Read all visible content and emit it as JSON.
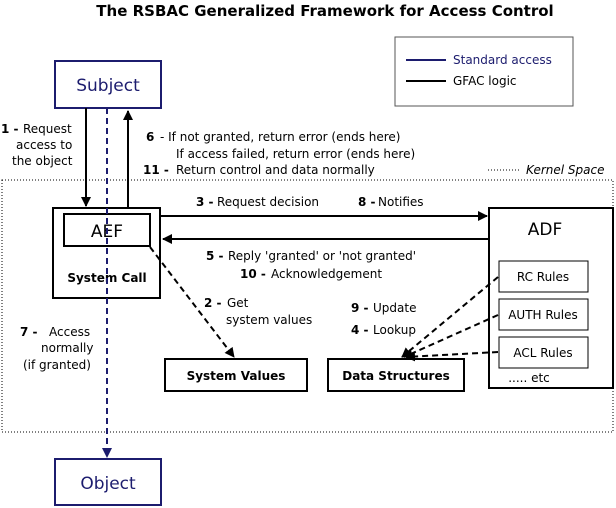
{
  "title": "The RSBAC  Generalized Framework for Access Control",
  "legend": {
    "standard_access": "Standard access",
    "gfac_logic": "GFAC logic"
  },
  "kernel_space_label": "Kernel Space",
  "nodes": {
    "subject": "Subject",
    "object": "Object",
    "aef": "AEF",
    "system_call": "System Call",
    "adf": "ADF",
    "system_values": "System Values",
    "data_structures": "Data Structures",
    "rc_rules": "RC Rules",
    "auth_rules": "AUTH Rules",
    "acl_rules": "ACL Rules",
    "etc": "..... etc"
  },
  "steps": {
    "s1": {
      "num": "1 -",
      "lines": [
        "Request",
        "access to",
        "the object"
      ]
    },
    "s2": {
      "num": "2 -",
      "lines": [
        "Get",
        "system values"
      ]
    },
    "s3": {
      "num": "3 -",
      "text": "Request decision"
    },
    "s4": {
      "num": "4 -",
      "text": "Lookup"
    },
    "s5": {
      "num": "5 -",
      "text": "Reply 'granted' or 'not granted'"
    },
    "s6": {
      "num": "6",
      "lines": [
        "-  If not granted, return error (ends here)",
        "If access failed, return error (ends here)"
      ]
    },
    "s7": {
      "num": "7 -",
      "lines": [
        "Access",
        "normally",
        "(if granted)"
      ]
    },
    "s8": {
      "num": "8 -",
      "text": "Notifies"
    },
    "s9": {
      "num": "9 -",
      "text": "Update"
    },
    "s10": {
      "num": "10 -",
      "text": "Acknowledgement"
    },
    "s11": {
      "num": "11 -",
      "text": "Return control and data normally"
    }
  },
  "colors": {
    "standard_access": "#1c1c6e",
    "gfac_logic": "#000000",
    "text": "#000000"
  }
}
